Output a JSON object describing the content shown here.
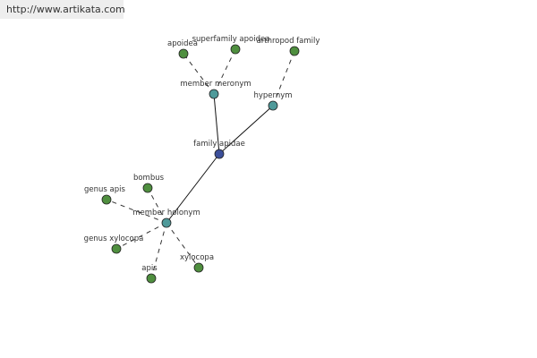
{
  "source_url": "http://www.artikata.com",
  "colors": {
    "leaf": "#4f8f3f",
    "relation": "#4f9a9a",
    "center": "#3c4f9a",
    "edge": "#111111",
    "dashed_edge": "#333333"
  },
  "graph": {
    "center": {
      "id": "family_apidae",
      "label": "family apidae"
    },
    "relations": [
      {
        "id": "member_meronym",
        "label": "member meronym"
      },
      {
        "id": "hypernym",
        "label": "hypernym"
      },
      {
        "id": "member_holonym",
        "label": "member holonym"
      }
    ],
    "leaves": [
      {
        "id": "apoidea",
        "label": "apoidea",
        "relation": "member_meronym"
      },
      {
        "id": "superfamily_apoidea",
        "label": "superfamily apoidea",
        "relation": "member_meronym"
      },
      {
        "id": "arthropod_family",
        "label": "arthropod family",
        "relation": "hypernym"
      },
      {
        "id": "bombus",
        "label": "bombus",
        "relation": "member_holonym"
      },
      {
        "id": "genus_apis",
        "label": "genus apis",
        "relation": "member_holonym"
      },
      {
        "id": "genus_xylocopa",
        "label": "genus xylocopa",
        "relation": "member_holonym"
      },
      {
        "id": "apis",
        "label": "apis",
        "relation": "member_holonym"
      },
      {
        "id": "xylocopa",
        "label": "xylocopa",
        "relation": "member_holonym"
      }
    ]
  }
}
